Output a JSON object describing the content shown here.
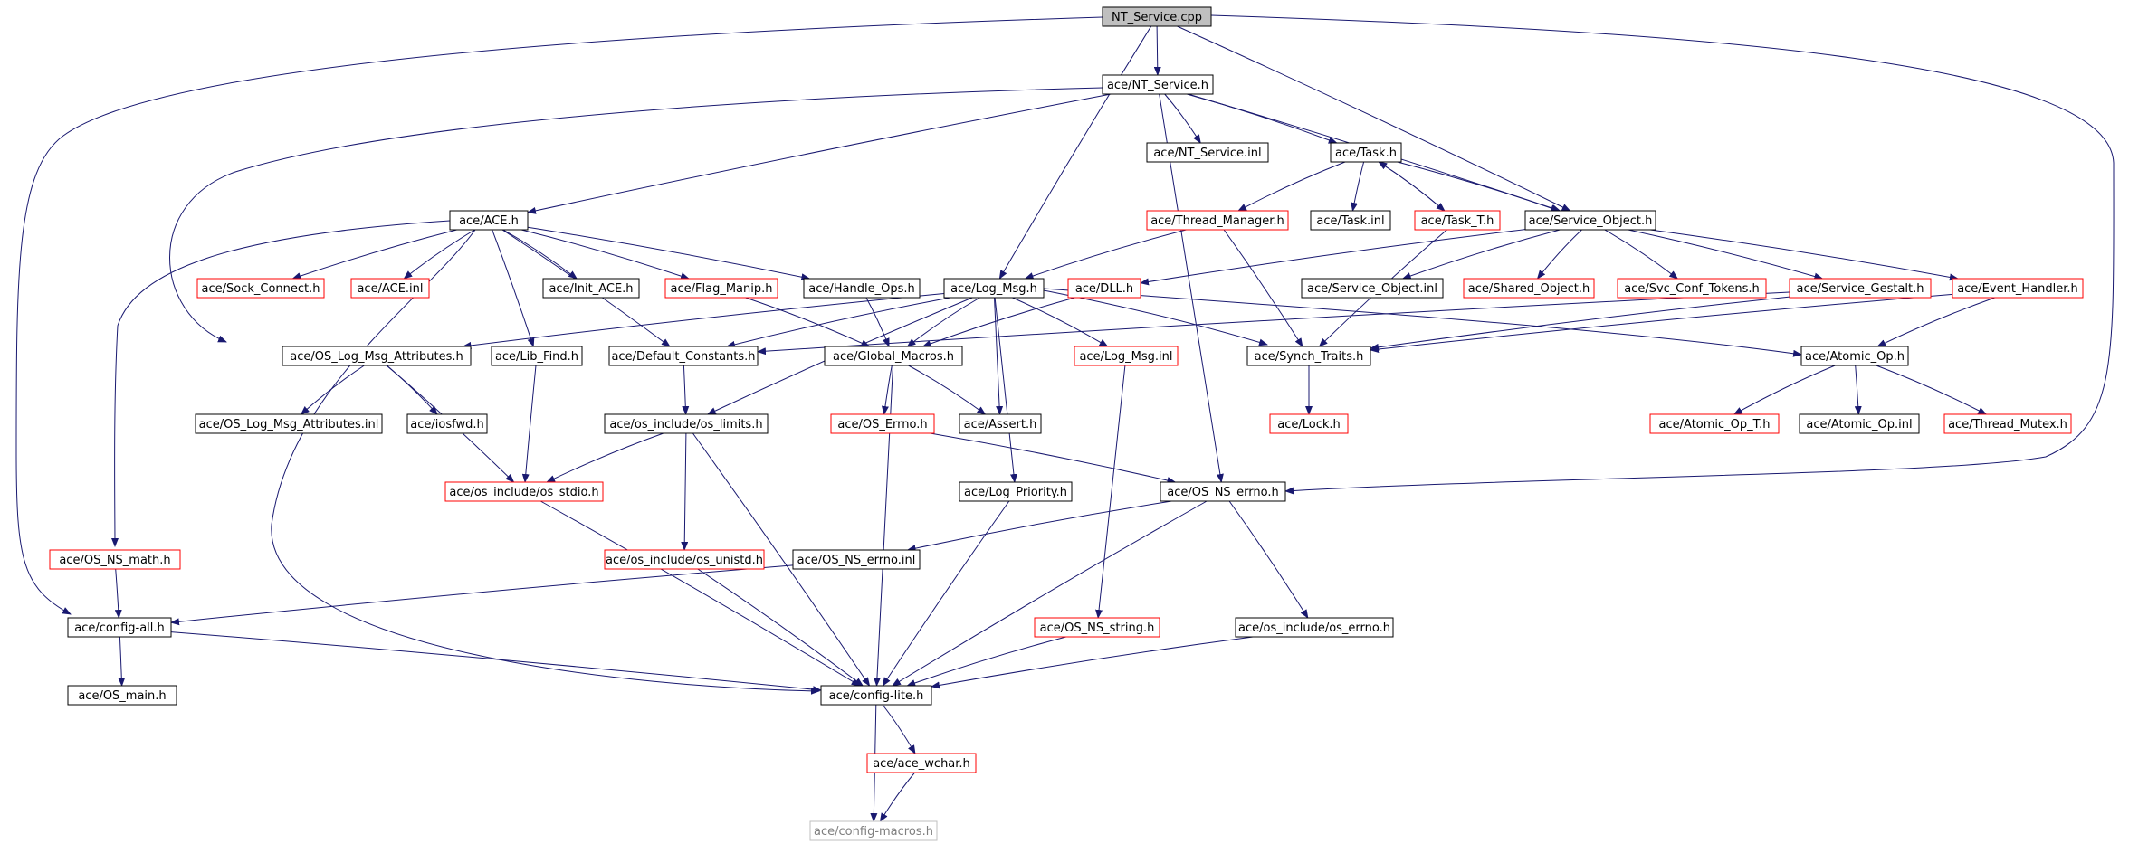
{
  "diagram": {
    "type": "include-dependency-graph",
    "colors": {
      "edge": "#191970",
      "border_normal": "#000000",
      "border_truncated": "#ff0000",
      "border_dim": "#bfbfbf",
      "root_fill": "#bfbfbf"
    },
    "nodes": [
      {
        "id": "root",
        "label": "NT_Service.cpp",
        "style": "root"
      },
      {
        "id": "nt_service_h",
        "label": "ace/NT_Service.h",
        "style": "normal"
      },
      {
        "id": "nt_service_inl",
        "label": "ace/NT_Service.inl",
        "style": "normal"
      },
      {
        "id": "task_h",
        "label": "ace/Task.h",
        "style": "normal"
      },
      {
        "id": "ace_h",
        "label": "ace/ACE.h",
        "style": "normal"
      },
      {
        "id": "thread_manager_h",
        "label": "ace/Thread_Manager.h",
        "style": "truncated"
      },
      {
        "id": "task_inl",
        "label": "ace/Task.inl",
        "style": "normal"
      },
      {
        "id": "task_t_h",
        "label": "ace/Task_T.h",
        "style": "truncated"
      },
      {
        "id": "service_object_h",
        "label": "ace/Service_Object.h",
        "style": "normal"
      },
      {
        "id": "sock_connect_h",
        "label": "ace/Sock_Connect.h",
        "style": "truncated"
      },
      {
        "id": "ace_inl",
        "label": "ace/ACE.inl",
        "style": "truncated"
      },
      {
        "id": "init_ace_h",
        "label": "ace/Init_ACE.h",
        "style": "normal"
      },
      {
        "id": "flag_manip_h",
        "label": "ace/Flag_Manip.h",
        "style": "truncated"
      },
      {
        "id": "handle_ops_h",
        "label": "ace/Handle_Ops.h",
        "style": "normal"
      },
      {
        "id": "log_msg_h",
        "label": "ace/Log_Msg.h",
        "style": "normal"
      },
      {
        "id": "dll_h",
        "label": "ace/DLL.h",
        "style": "truncated"
      },
      {
        "id": "service_object_inl",
        "label": "ace/Service_Object.inl",
        "style": "normal"
      },
      {
        "id": "shared_object_h",
        "label": "ace/Shared_Object.h",
        "style": "truncated"
      },
      {
        "id": "svc_conf_tokens_h",
        "label": "ace/Svc_Conf_Tokens.h",
        "style": "truncated"
      },
      {
        "id": "service_gestalt_h",
        "label": "ace/Service_Gestalt.h",
        "style": "truncated"
      },
      {
        "id": "event_handler_h",
        "label": "ace/Event_Handler.h",
        "style": "truncated"
      },
      {
        "id": "os_log_msg_attributes_h",
        "label": "ace/OS_Log_Msg_Attributes.h",
        "style": "normal"
      },
      {
        "id": "lib_find_h",
        "label": "ace/Lib_Find.h",
        "style": "normal"
      },
      {
        "id": "default_constants_h",
        "label": "ace/Default_Constants.h",
        "style": "normal"
      },
      {
        "id": "global_macros_h",
        "label": "ace/Global_Macros.h",
        "style": "normal"
      },
      {
        "id": "log_msg_inl",
        "label": "ace/Log_Msg.inl",
        "style": "truncated"
      },
      {
        "id": "synch_traits_h",
        "label": "ace/Synch_Traits.h",
        "style": "normal"
      },
      {
        "id": "atomic_op_h",
        "label": "ace/Atomic_Op.h",
        "style": "normal"
      },
      {
        "id": "os_log_msg_attributes_inl",
        "label": "ace/OS_Log_Msg_Attributes.inl",
        "style": "normal"
      },
      {
        "id": "iosfwd_h",
        "label": "ace/iosfwd.h",
        "style": "normal"
      },
      {
        "id": "os_limits_h",
        "label": "ace/os_include/os_limits.h",
        "style": "normal"
      },
      {
        "id": "os_errno_h_ace",
        "label": "ace/OS_Errno.h",
        "style": "truncated"
      },
      {
        "id": "assert_h",
        "label": "ace/Assert.h",
        "style": "normal"
      },
      {
        "id": "lock_h",
        "label": "ace/Lock.h",
        "style": "truncated"
      },
      {
        "id": "atomic_op_t_h",
        "label": "ace/Atomic_Op_T.h",
        "style": "truncated"
      },
      {
        "id": "atomic_op_inl",
        "label": "ace/Atomic_Op.inl",
        "style": "normal"
      },
      {
        "id": "thread_mutex_h",
        "label": "ace/Thread_Mutex.h",
        "style": "truncated"
      },
      {
        "id": "os_stdio_h",
        "label": "ace/os_include/os_stdio.h",
        "style": "truncated"
      },
      {
        "id": "log_priority_h",
        "label": "ace/Log_Priority.h",
        "style": "normal"
      },
      {
        "id": "os_ns_errno_h",
        "label": "ace/OS_NS_errno.h",
        "style": "normal"
      },
      {
        "id": "os_ns_math_h",
        "label": "ace/OS_NS_math.h",
        "style": "truncated"
      },
      {
        "id": "os_unistd_h",
        "label": "ace/os_include/os_unistd.h",
        "style": "truncated"
      },
      {
        "id": "os_ns_errno_inl",
        "label": "ace/OS_NS_errno.inl",
        "style": "normal"
      },
      {
        "id": "config_all_h",
        "label": "ace/config-all.h",
        "style": "normal"
      },
      {
        "id": "os_ns_string_h",
        "label": "ace/OS_NS_string.h",
        "style": "truncated"
      },
      {
        "id": "os_include_os_errno_h",
        "label": "ace/os_include/os_errno.h",
        "style": "normal"
      },
      {
        "id": "os_main_h",
        "label": "ace/OS_main.h",
        "style": "normal"
      },
      {
        "id": "config_lite_h",
        "label": "ace/config-lite.h",
        "style": "normal"
      },
      {
        "id": "ace_wchar_h",
        "label": "ace/ace_wchar.h",
        "style": "truncated"
      },
      {
        "id": "config_macros_h",
        "label": "ace/config-macros.h",
        "style": "dim"
      }
    ]
  }
}
